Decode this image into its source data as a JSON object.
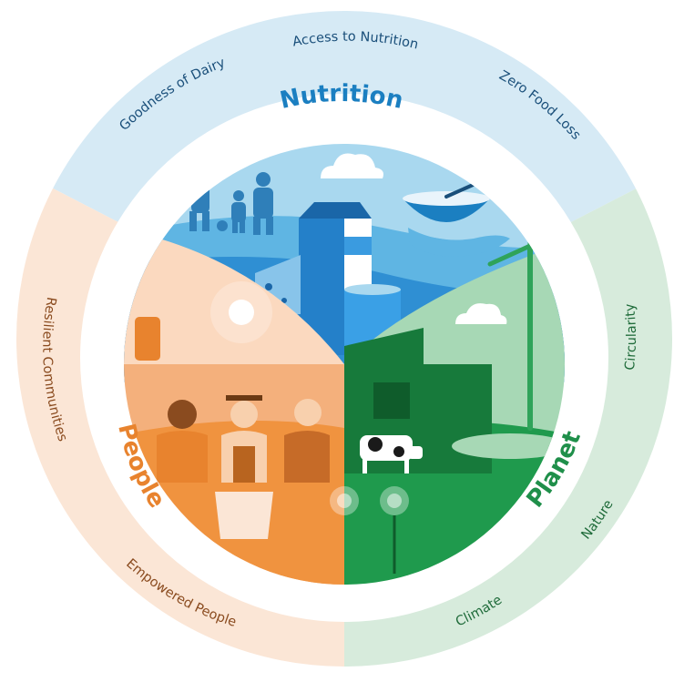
{
  "colors": {
    "nutrition_ring": "#d6eaf5",
    "people_ring": "#fbe6d6",
    "planet_ring": "#d7ebdc",
    "nutrition_text": "#1b7fc1",
    "people_text": "#e8832e",
    "planet_text": "#1f8f4a",
    "ring_text_nutrition": "#1a4f7a",
    "ring_text_people": "#8a4b1f",
    "ring_text_planet": "#1f6b3a"
  },
  "nutrition": {
    "title": "Nutrition",
    "ring_items": [
      "Goodness of Dairy",
      "Access to Nutrition",
      "Zero Food Loss"
    ]
  },
  "people": {
    "title": "People",
    "ring_items": [
      "Resilient Communities",
      "Empowered People"
    ]
  },
  "planet": {
    "title": "Planet",
    "ring_items": [
      "Circularity",
      "Nature",
      "Climate"
    ]
  }
}
